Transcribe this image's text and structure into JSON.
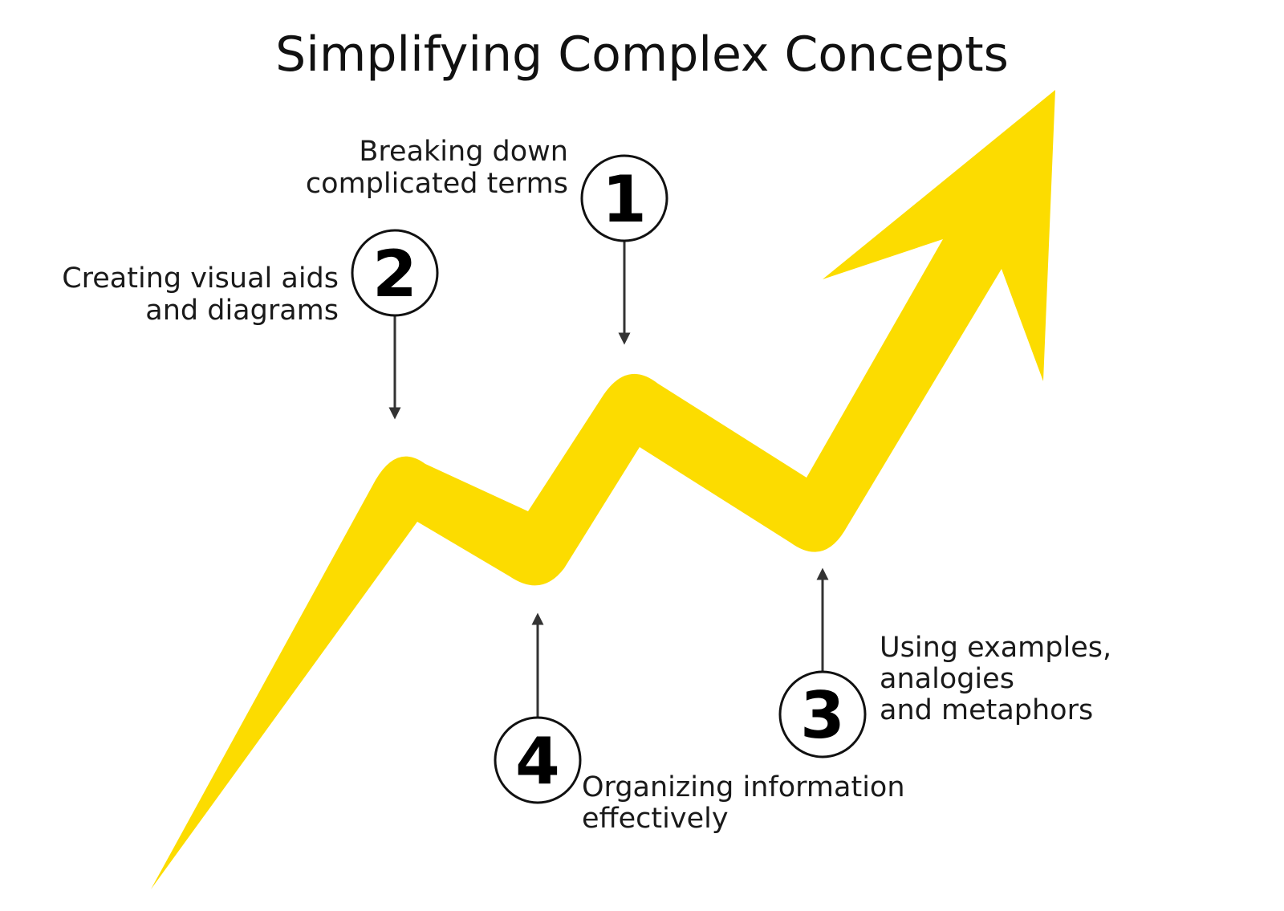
{
  "title": "Simplifying Complex Concepts",
  "colors": {
    "arrow": "#FCDC00",
    "connector": "#333333",
    "text": "#1a1a1a"
  },
  "steps": [
    {
      "number": "1",
      "lines": [
        "Breaking down",
        "complicated terms"
      ]
    },
    {
      "number": "2",
      "lines": [
        "Creating visual aids",
        "and diagrams"
      ]
    },
    {
      "number": "3",
      "lines": [
        "Using examples,",
        "analogies",
        "and metaphors"
      ]
    },
    {
      "number": "4",
      "lines": [
        "Organizing information",
        "effectively"
      ]
    }
  ]
}
